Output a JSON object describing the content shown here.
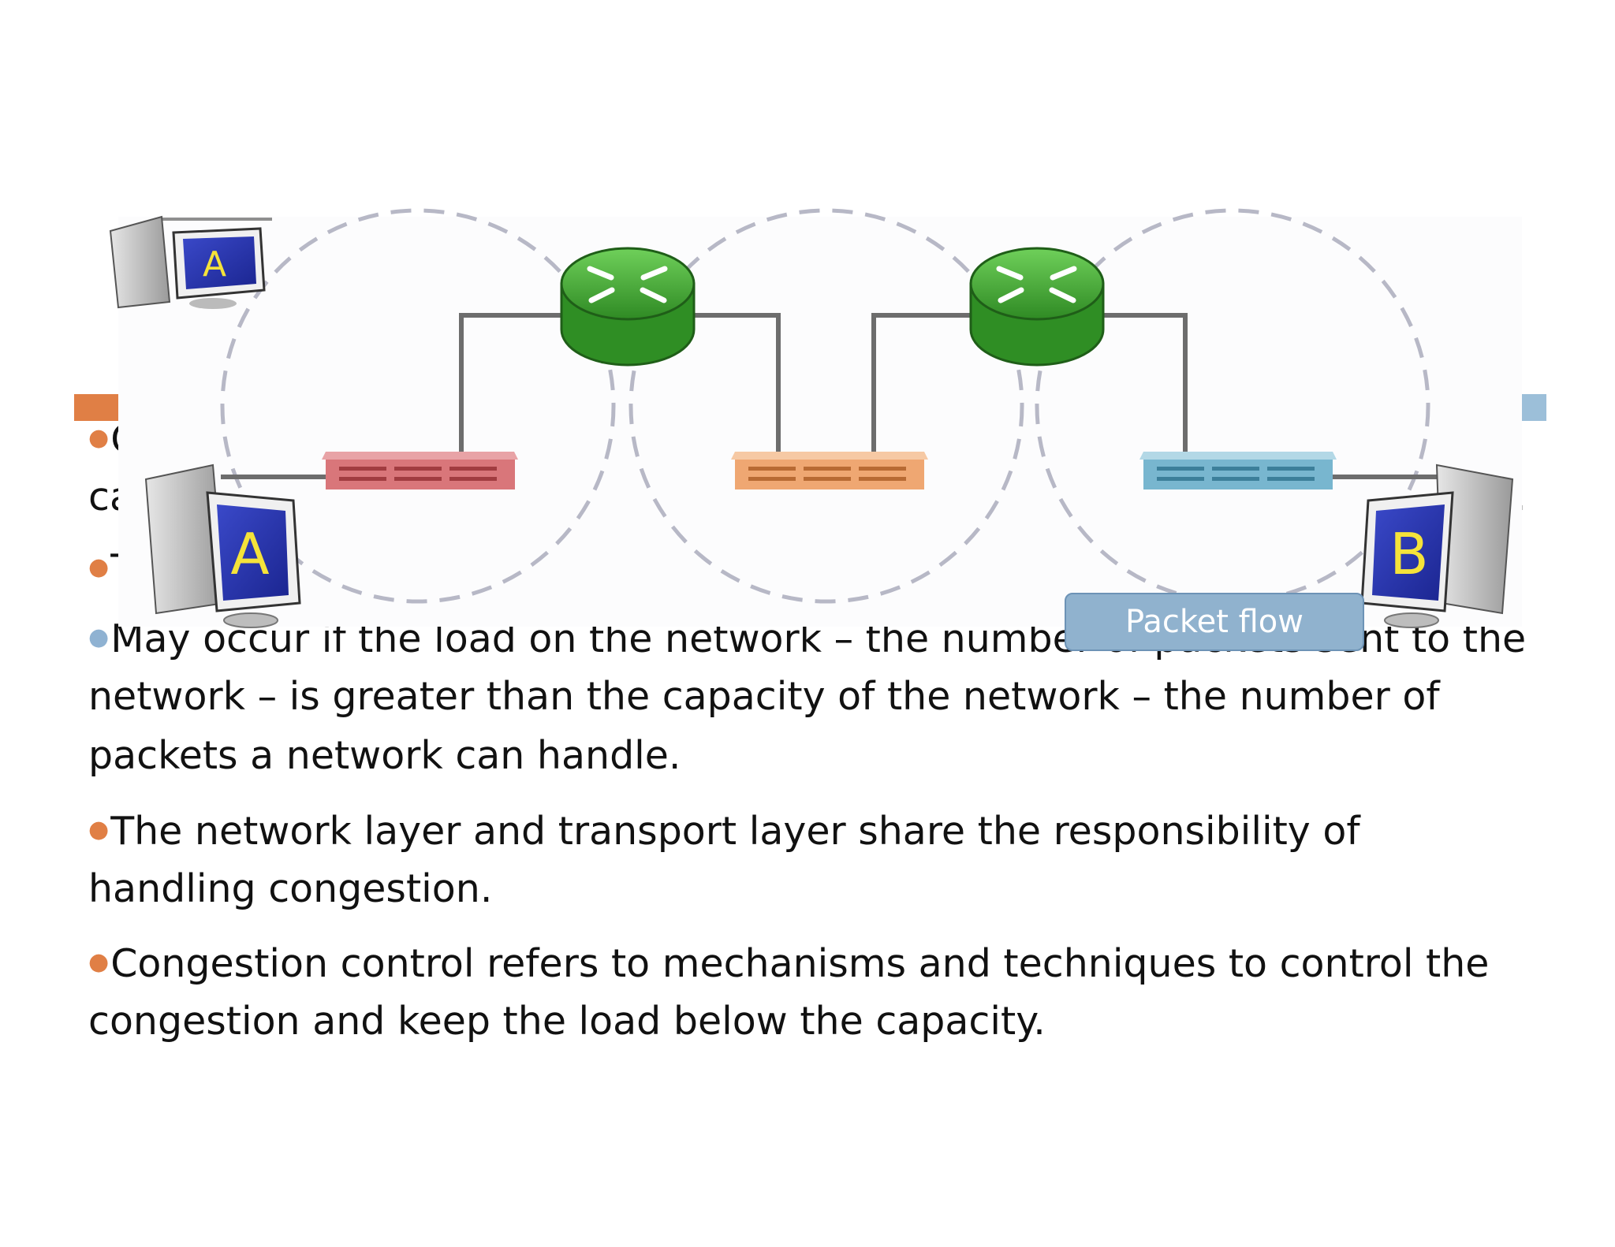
{
  "bullets": [
    {
      "id": "b1",
      "lines": [
        "Co",
        "ca"
      ],
      "trailing": ".",
      "color": "#e07f45"
    },
    {
      "id": "b2",
      "lines": [
        "To"
      ],
      "color": "#e07f45"
    },
    {
      "id": "b3",
      "lines": [
        "May occur if the load on the network – the number of packets sent to the",
        "network – is greater than the capacity of the network – the number of",
        "packets a network can handle."
      ],
      "color": "#8fb2d2"
    },
    {
      "id": "b4",
      "lines": [
        "The network layer and transport layer share the responsibility of",
        "handling congestion."
      ],
      "color": "#e07f45"
    },
    {
      "id": "b5",
      "lines": [
        "Congestion control refers to mechanisms and techniques to control the",
        "congestion and keep the load below the capacity."
      ],
      "color": "#e07f45"
    }
  ],
  "diagram": {
    "packet_flow_label": "Packet flow",
    "hosts": {
      "source_small": "A",
      "source": "A",
      "destination": "B"
    },
    "router_icon": "router-icon",
    "switch_colors": [
      "#d9767a",
      "#efa772",
      "#78b6cf"
    ],
    "router_color": "#3da632"
  },
  "colors": {
    "accent_orange": "#e07f45",
    "accent_blue": "#9cbfd9"
  }
}
